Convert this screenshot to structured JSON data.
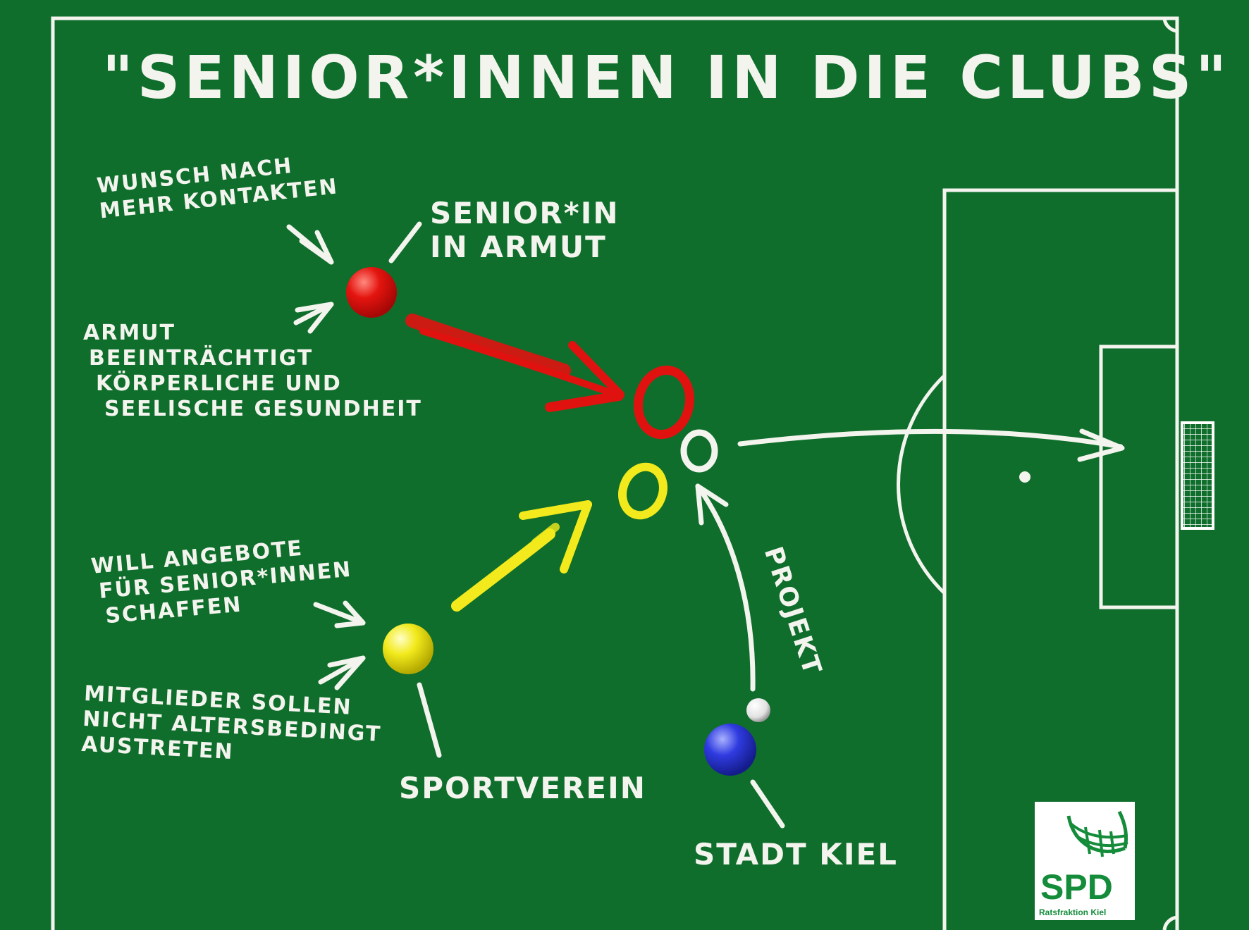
{
  "title": "\"Senior*innen in die Clubs\"",
  "labels": {
    "wunsch": [
      "Wunsch nach",
      "mehr Kontakten"
    ],
    "senior_in_armut": [
      "Senior*in",
      "in Armut"
    ],
    "armut": [
      "Armut",
      "beeinträchtigt",
      "körperliche und",
      "seelische Gesundheit"
    ],
    "will_angebote": [
      "Will Angebote",
      "für Senior*innen",
      "schaffen"
    ],
    "mitglieder": [
      "Mitglieder sollen",
      "nicht altersbedingt",
      "austreten"
    ],
    "sportverein": "Sportverein",
    "stadt_kiel": "Stadt Kiel",
    "projekt": "Projekt"
  },
  "logo": {
    "mark": "SPD",
    "subtitle": "Ratsfraktion Kiel",
    "icon": "ball-net-icon"
  },
  "colors": {
    "field": "#0f6e2b",
    "chalk": "#f4f4ef",
    "red": "#e0120f",
    "yellow": "#f2ea1c",
    "blue": "#2432d6",
    "logo_green": "#148c3a"
  }
}
